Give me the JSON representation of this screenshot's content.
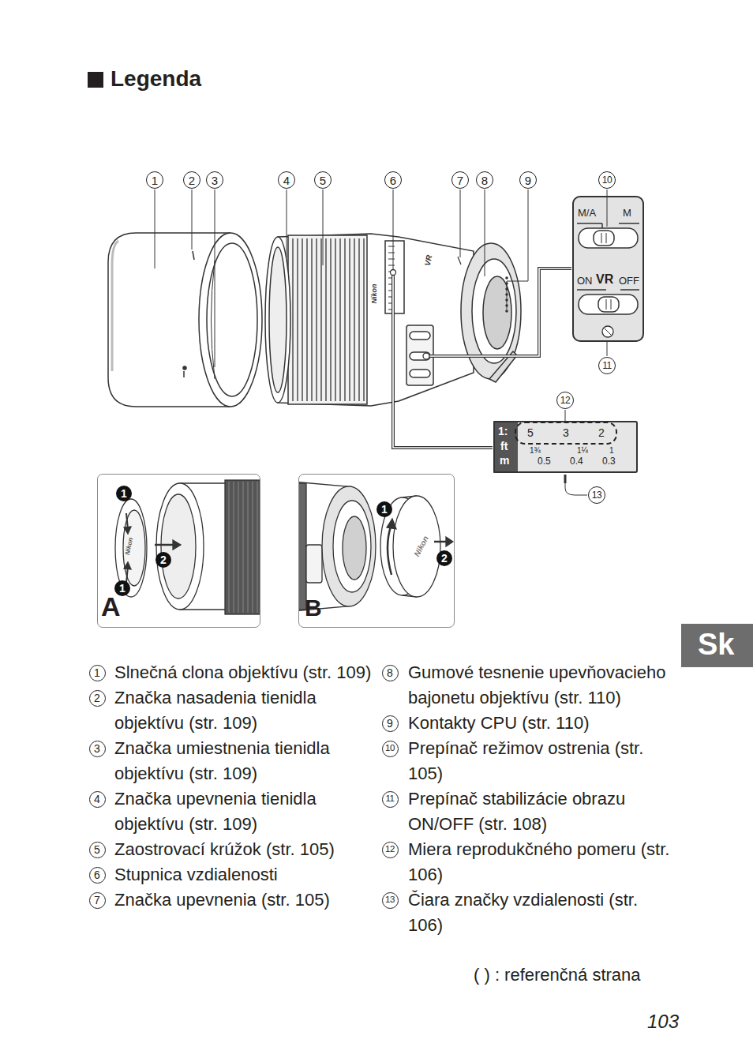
{
  "diagram": {
    "title": "Legenda",
    "nodes": [
      {
        "text": [
          "M/A",
          "M",
          "ON",
          "VR",
          "OFF"
        ]
      },
      {
        "text": [
          "1:",
          "ft",
          "m",
          "1¾",
          "1¼",
          "1",
          "0.5",
          "0.4",
          "0.3"
        ]
      },
      {
        "text": [
          "5",
          "3",
          "2"
        ],
        "in": 1
      },
      {
        "text": [
          "A"
        ]
      },
      {
        "text": [
          "B"
        ]
      },
      {
        "text": [
          "Sk"
        ]
      }
    ],
    "labels": [
      "1",
      "2",
      "3",
      "4",
      "5",
      "6",
      "7",
      "8",
      "9",
      "10",
      "11",
      "12",
      "13",
      "Nikon",
      "VR",
      "1",
      "2",
      "1",
      "Nikon",
      "1",
      "2",
      "Nikon",
      "1",
      "Slnečná clona objektívu (str. 109)",
      "2",
      "Značka nasadenia tienidla objektívu (str. 109)",
      "3",
      "Značka umiestnenia tienidla objektívu (str. 109)",
      "4",
      "Značka upevnenia tienidla objektívu (str. 109)",
      "5",
      "Zaostrovací krúžok (str. 105)",
      "6",
      "Stupnica vzdialenosti",
      "7",
      "Značka upevnenia (str. 105)",
      "8",
      "Gumové tesnenie upevňovacieho bajonetu objektívu (str. 110)",
      "9",
      "Kontakty CPU (str. 110)",
      "10",
      "Prepínač režimov ostrenia (str. 105)",
      "11",
      "Prepínač stabilizácie obrazu ON/OFF (str. 108)",
      "12",
      "Miera reprodukčného pomeru (str. 106)",
      "13",
      "Čiara značky vzdialenosti (str. 106)",
      "( ) : referenčná strana",
      "103"
    ]
  }
}
